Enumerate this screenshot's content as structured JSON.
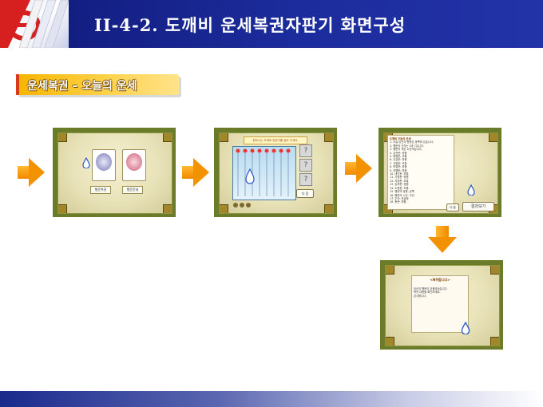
{
  "header": {
    "title": "II-4-2. 도깨비 운세복권자판기 화면구성"
  },
  "section": {
    "label": "운세복권 – 오늘의 운세"
  },
  "screen1": {
    "btn_left": "행운복권",
    "btn_right": "행운운세"
  },
  "screen2": {
    "banner": "원하시는 도깨비 방망이를 골라 주세요.",
    "next_button": "다 음",
    "question_mark": "?"
  },
  "screen3": {
    "heading": "도깨비 오늘의 운세",
    "lines": [
      "1. 오늘 당신의 행운은 동쪽에 있습니다.",
      "2. 행운의 숫자는 3과 7입니다.",
      "3. 행운의 색은 노란색입니다.",
      "4. 금전운: 좋음",
      "5. 애정운: 보통",
      "6. 건강운: 좋음",
      "7. 사업운: 보통",
      "8. 학업운: 좋음",
      "9. 여행운: 좋음",
      "10. 대인운: 보통",
      "11. 가정운: 좋음",
      "12. 직장운: 보통",
      "13. 승부운: 좋음",
      "14. 소원운: 보통",
      "15. 행운의 방향: 남쪽",
      "16. 행운의 시간: 오전",
      "17. 주의: 조급함",
      "18. 총운: 좋음"
    ],
    "prev_button": "다 음",
    "result_button": "결과보기"
  },
  "screen4": {
    "title": "<축하합니다>",
    "lines": [
      "당신의 행운이 당첨되었습니다.",
      "복권 내용을 확인하세요.",
      "감사합니다."
    ]
  },
  "colors": {
    "header_bg": "#1c2c9c",
    "accent_orange": "#f29200",
    "label_gold": "#f6b400",
    "frame_green": "#6a7c2a"
  }
}
